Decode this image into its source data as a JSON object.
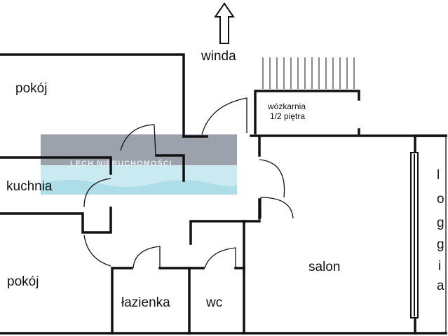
{
  "plan": {
    "rooms": {
      "pokoj_top": "pokój",
      "kuchnia": "kuchnia",
      "pokoj_bottom": "pokój",
      "lazienka": "łazienka",
      "wc": "wc",
      "salon": "salon"
    },
    "labels": {
      "winda": "winda",
      "wozkarnia_line1": "wózkarnia",
      "wozkarnia_line2": "1/2 piętra",
      "loggia": [
        "l",
        "o",
        "g",
        "g",
        "i",
        "a"
      ]
    },
    "watermark": "LECH NIERUCHOMOŚCI",
    "colors": {
      "wall": "#111111",
      "watermark_bg": "#8a929c",
      "watermark_water": "#bfe6ee",
      "watermark_text": "#e8eef4"
    }
  }
}
